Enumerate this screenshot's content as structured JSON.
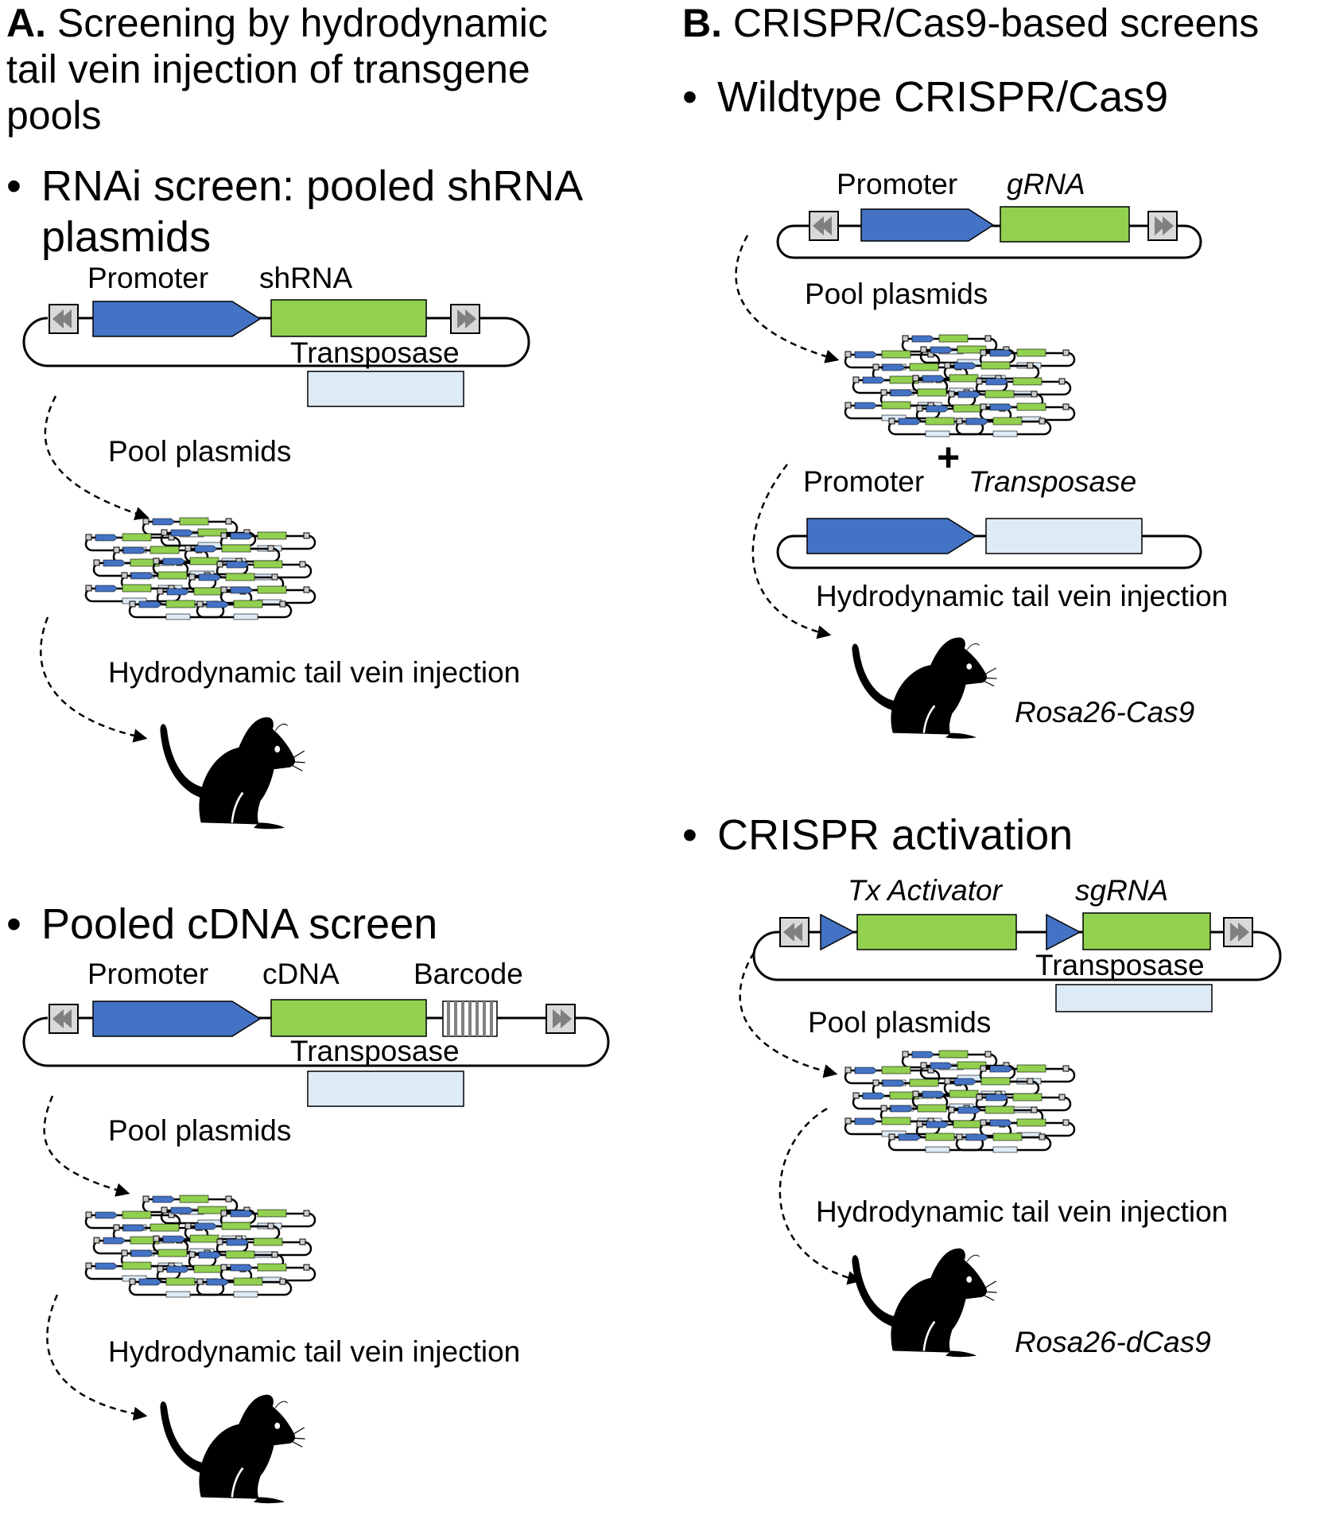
{
  "colors": {
    "promoter": "#4472C4",
    "insert": "#92D050",
    "transposase": "#DDEBF7",
    "itr": "#D9D9D9",
    "outline": "#000000"
  },
  "icons": {
    "itr": "double-chevron-icon",
    "mouse": "mouse-icon",
    "pool": "plasmid-pool-icon",
    "barcode": "barcode-icon"
  },
  "panel_a": {
    "letter": "A.",
    "title": "Screening by hydrodynamic",
    "title_line2": "tail vein injection of transgene",
    "title_line3": "pools",
    "rnai": {
      "bullet": "•",
      "heading": "RNAi screen: pooled shRNA",
      "heading_line2": "plasmids",
      "promoter": "Promoter",
      "insert": "shRNA",
      "transposase": "Transposase",
      "pool": "Pool plasmids",
      "injection": "Hydrodynamic tail vein injection"
    },
    "cdna": {
      "bullet": "•",
      "heading": "Pooled cDNA screen",
      "promoter": "Promoter",
      "insert": "cDNA",
      "barcode": "Barcode",
      "transposase": "Transposase",
      "pool": "Pool plasmids",
      "injection": "Hydrodynamic tail vein injection"
    }
  },
  "panel_b": {
    "letter": "B.",
    "title": "CRISPR/Cas9-based screens",
    "wildtype": {
      "bullet": "•",
      "heading": "Wildtype CRISPR/Cas9",
      "promoter": "Promoter",
      "insert": "gRNA",
      "pool": "Pool plasmids",
      "plus": "+",
      "promoter2": "Promoter",
      "transposase": "Transposase",
      "injection": "Hydrodynamic tail vein injection",
      "mouse": "Rosa26-Cas9"
    },
    "activation": {
      "bullet": "•",
      "heading": "CRISPR activation",
      "activator": "Tx Activator",
      "insert": "sgRNA",
      "transposase": "Transposase",
      "pool": "Pool plasmids",
      "injection": "Hydrodynamic tail vein injection",
      "mouse": "Rosa26-dCas9"
    }
  }
}
